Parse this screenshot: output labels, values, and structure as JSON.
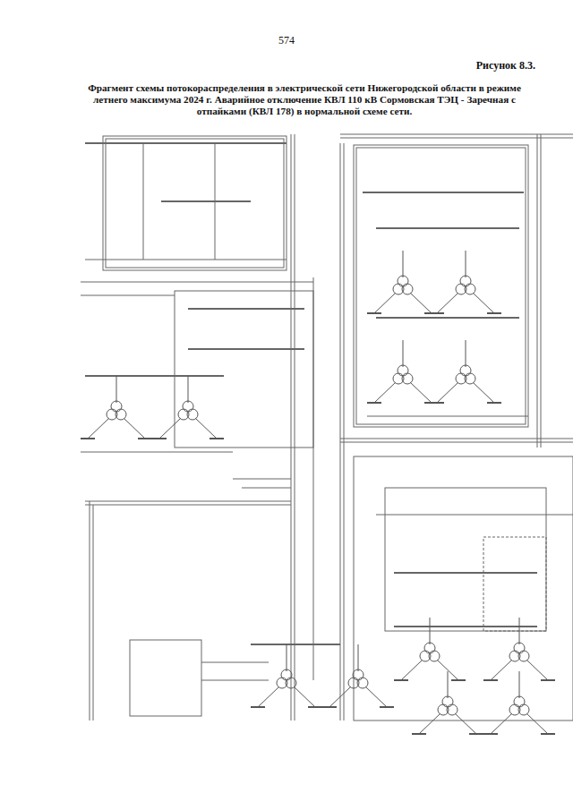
{
  "diagram": {
    "title": "Фрагмент схемы потокораспределения в электрической сети Нижегородской области в режиме летнего максимума 2024 г. Аварийное отключение КВЛ 110 кВ Сормовская ТЭЦ - Заречная с отпайками (КВЛ 178) в нормальной схеме сети.",
    "labels": [
      "574",
      "Рисунок 8.3."
    ]
  }
}
